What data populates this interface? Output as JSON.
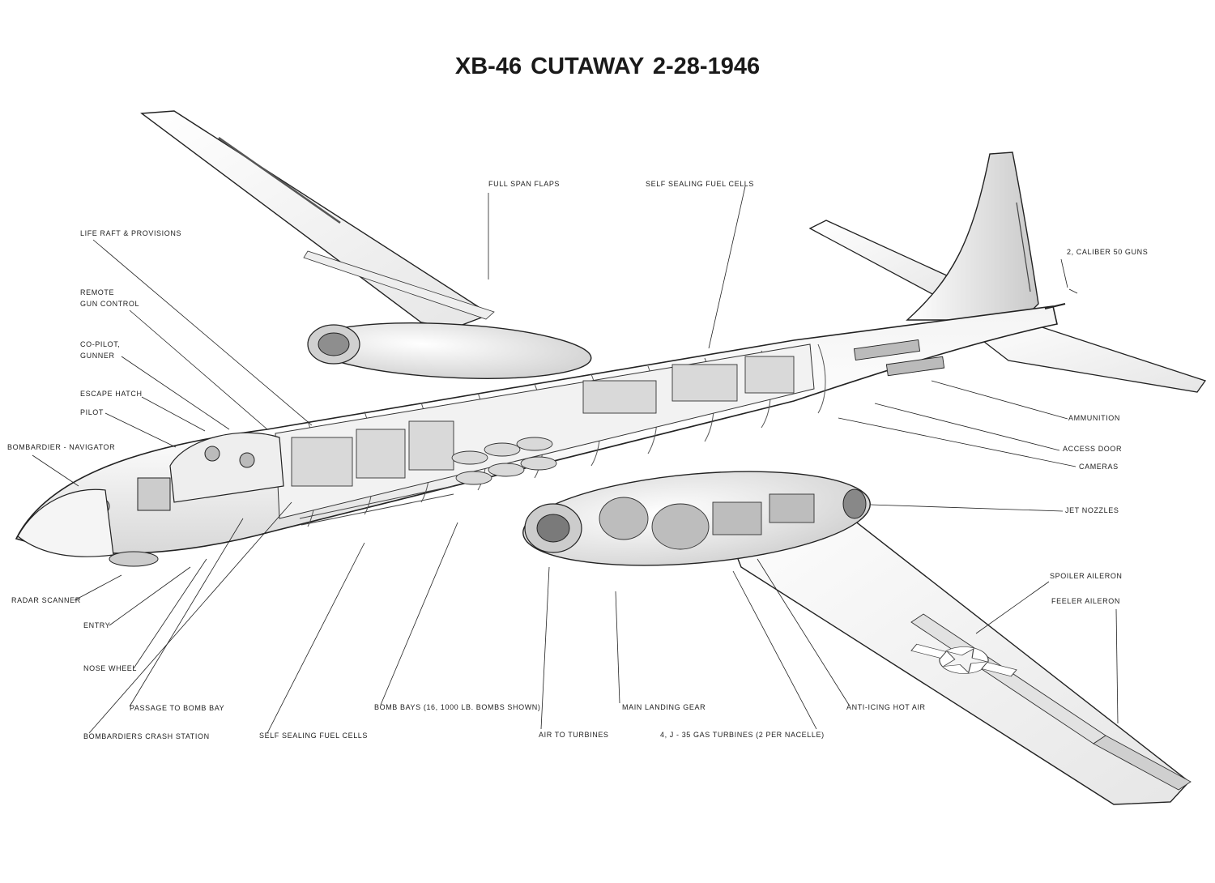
{
  "title": "XB-46  CUTAWAY 2-28-1946",
  "labels": {
    "full_span_flaps": "FULL SPAN FLAPS",
    "self_sealing_fuel_cells_top": "SELF SEALING FUEL CELLS",
    "life_raft": "LIFE RAFT & PROVISIONS",
    "remote_gun_control_1": "REMOTE",
    "remote_gun_control_2": "GUN CONTROL",
    "copilot_1": "CO-PILOT,",
    "copilot_2": "GUNNER",
    "escape_hatch": "ESCAPE HATCH",
    "pilot": "PILOT",
    "bombardier_navigator": "BOMBARDIER - NAVIGATOR",
    "guns": "2, CALIBER 50 GUNS",
    "ammunition": "AMMUNITION",
    "access_door": "ACCESS DOOR",
    "cameras": "CAMERAS",
    "jet_nozzles": "JET NOZZLES",
    "spoiler_aileron": "SPOILER AILERON",
    "feeler_aileron": "FEELER AILERON",
    "radar_scanner": "RADAR SCANNER",
    "entry": "ENTRY",
    "nose_wheel": "NOSE WHEEL",
    "passage_to_bomb_bay": "PASSAGE TO BOMB BAY",
    "bombardiers_crash_station": "BOMBARDIERS CRASH STATION",
    "self_sealing_fuel_cells_bottom": "SELF SEALING FUEL CELLS",
    "bomb_bays": "BOMB BAYS  (16, 1000 LB. BOMBS SHOWN)",
    "air_to_turbines": "AIR TO TURBINES",
    "main_landing_gear": "MAIN LANDING GEAR",
    "gas_turbines": "4, J - 35 GAS TURBINES  (2 PER NACELLE)",
    "anti_icing": "ANTI-ICING HOT AIR"
  },
  "colors": {
    "ink": "#222222",
    "background": "#ffffff"
  }
}
